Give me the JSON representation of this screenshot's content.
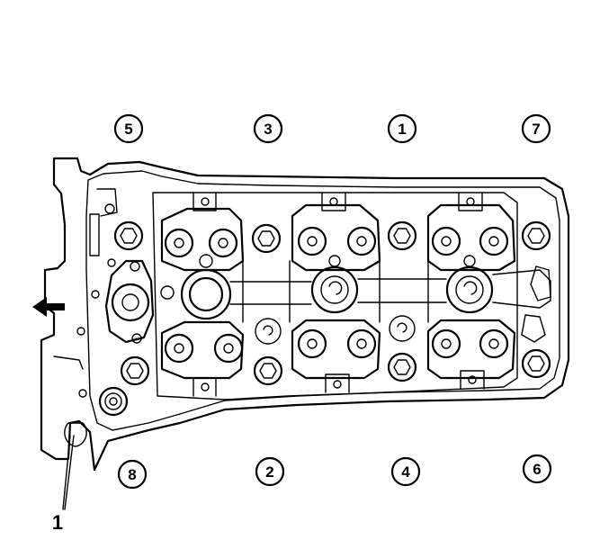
{
  "diagram": {
    "sequence_labels": [
      {
        "id": "seq-5",
        "text": "5"
      },
      {
        "id": "seq-3",
        "text": "3"
      },
      {
        "id": "seq-1",
        "text": "1"
      },
      {
        "id": "seq-7",
        "text": "7"
      },
      {
        "id": "seq-8",
        "text": "8"
      },
      {
        "id": "seq-2",
        "text": "2"
      },
      {
        "id": "seq-4",
        "text": "4"
      },
      {
        "id": "seq-6",
        "text": "6"
      }
    ],
    "callout": {
      "text": "1"
    },
    "direction_arrow": "arrow-left-icon"
  }
}
